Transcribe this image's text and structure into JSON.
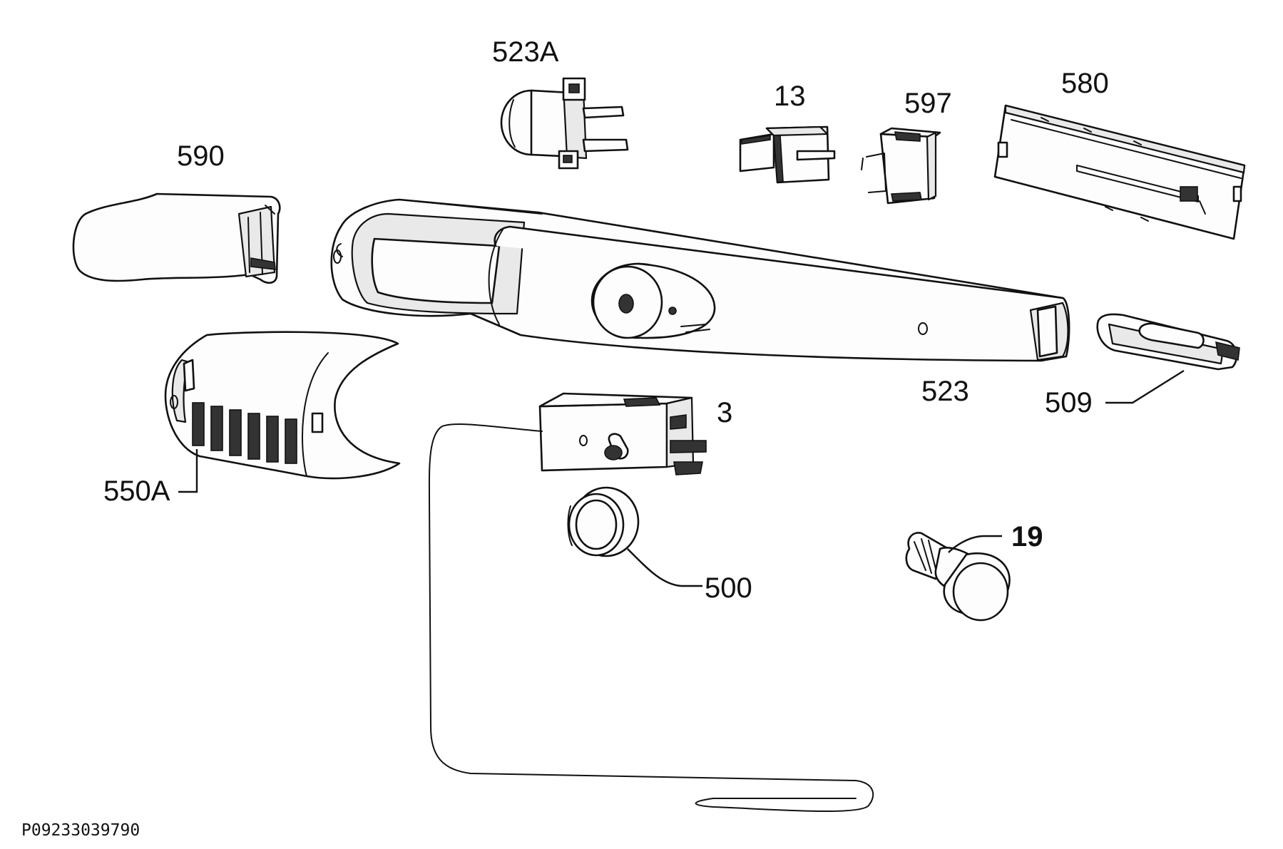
{
  "parts": [
    {
      "id": "p523A",
      "label": "523A"
    },
    {
      "id": "p13",
      "label": "13"
    },
    {
      "id": "p597",
      "label": "597"
    },
    {
      "id": "p580",
      "label": "580"
    },
    {
      "id": "p590",
      "label": "590"
    },
    {
      "id": "p523",
      "label": "523"
    },
    {
      "id": "p509",
      "label": "509"
    },
    {
      "id": "p3",
      "label": "3"
    },
    {
      "id": "p550A",
      "label": "550A"
    },
    {
      "id": "p500",
      "label": "500"
    },
    {
      "id": "p19",
      "label": "19"
    }
  ],
  "footer": {
    "code": "P09233039790"
  }
}
